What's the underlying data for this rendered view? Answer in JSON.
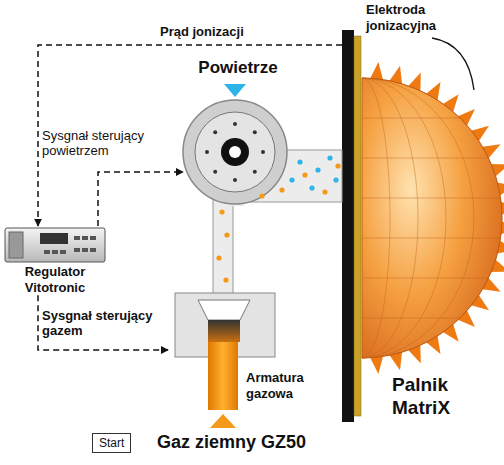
{
  "diagram": {
    "nodes": [
      {
        "text": [
          "Regulator Vitotronic"
        ]
      },
      {
        "text": [
          "Powietrze"
        ]
      },
      {
        "text": [
          "Armatura gazowa"
        ]
      },
      {
        "text": [
          "Elektroda jonizacyjna"
        ]
      },
      {
        "text": [
          "Palnik MatriX"
        ]
      },
      {
        "text": [
          "Start"
        ]
      }
    ],
    "edges": [
      {
        "from": 3,
        "to": 0,
        "arrow": "to",
        "label": "Prąd jonizacji"
      },
      {
        "from": 0,
        "to": 1,
        "arrow": "to",
        "label": "Sysgnał sterujący powietrzem"
      },
      {
        "from": 0,
        "to": 2,
        "arrow": "to",
        "label": "Sysgnał sterujący gazem"
      }
    ],
    "labels": [
      "Gaz ziemny GZ50"
    ]
  }
}
